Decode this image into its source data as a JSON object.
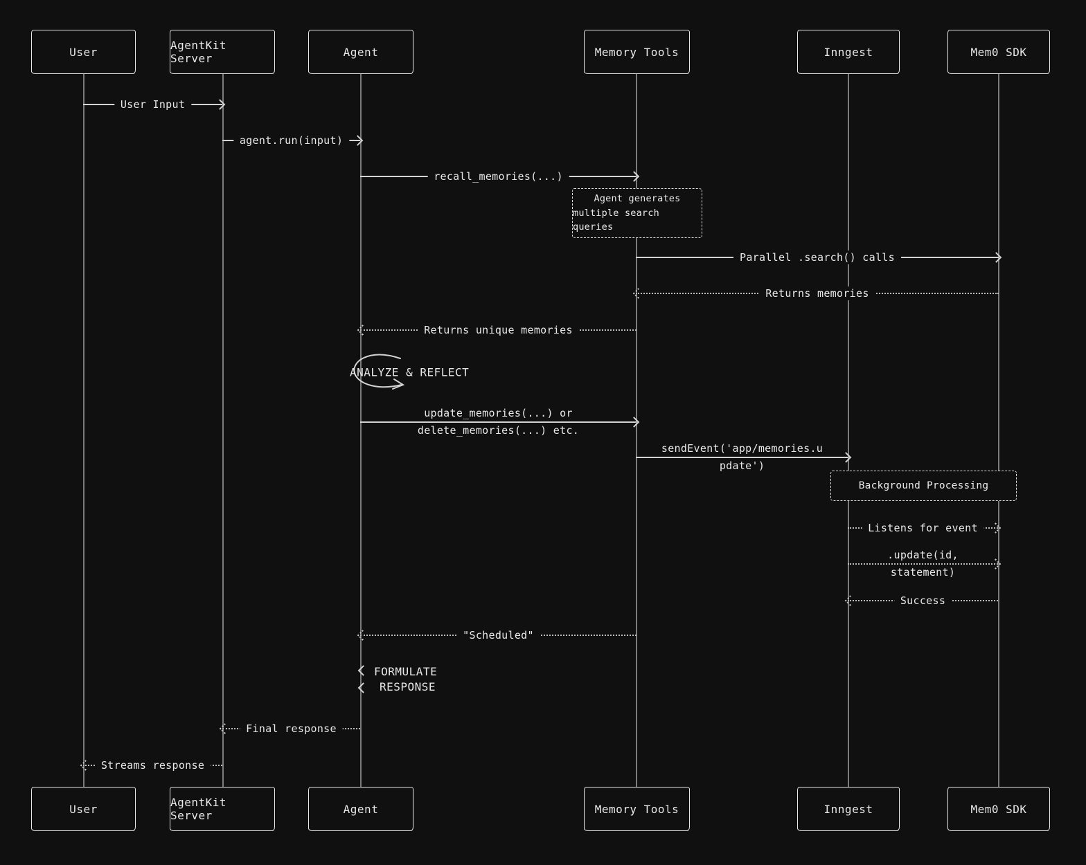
{
  "actors": {
    "user": "User",
    "agentkit": "AgentKit Server",
    "agent": "Agent",
    "memory_tools": "Memory Tools",
    "inngest": "Inngest",
    "mem0": "Mem0 SDK"
  },
  "messages": {
    "user_input": {
      "label": "User Input",
      "type": "solid-right",
      "from": "user",
      "to": "agentkit"
    },
    "agent_run": {
      "label": "agent.run(input)",
      "type": "solid-right",
      "from": "agentkit",
      "to": "agent"
    },
    "recall_memories": {
      "label": "recall_memories(...)",
      "type": "solid-right",
      "from": "agent",
      "to": "memory_tools"
    },
    "parallel_search": {
      "label": "Parallel .search() calls",
      "type": "solid-right",
      "from": "memory_tools",
      "to": "mem0"
    },
    "returns_memories": {
      "label": "Returns memories",
      "type": "dotted-left",
      "from": "mem0",
      "to": "memory_tools"
    },
    "returns_unique": {
      "label": "Returns unique memories",
      "type": "dotted-left",
      "from": "memory_tools",
      "to": "agent"
    },
    "analyze_reflect": {
      "label": "ANALYZE & REFLECT",
      "type": "self-loop",
      "from": "agent",
      "to": "agent"
    },
    "update_memories": {
      "line1": "update_memories(...) or",
      "line2": "delete_memories(...) etc.",
      "type": "solid-right",
      "from": "agent",
      "to": "memory_tools"
    },
    "send_event": {
      "line1": "sendEvent('app/memories.u",
      "line2": "pdate')",
      "type": "solid-right",
      "from": "memory_tools",
      "to": "inngest"
    },
    "listens_event": {
      "label": "Listens for event",
      "type": "dotted-right",
      "from": "inngest",
      "to": "mem0"
    },
    "update_call": {
      "line1": ".update(id,",
      "line2": "statement)",
      "type": "dotted-right",
      "from": "inngest",
      "to": "mem0"
    },
    "success": {
      "label": "Success",
      "type": "dotted-left",
      "from": "mem0",
      "to": "inngest"
    },
    "scheduled": {
      "label": "\"Scheduled\"",
      "type": "dotted-left",
      "from": "memory_tools",
      "to": "agent"
    },
    "formulate_response": {
      "line1": "FORMULATE",
      "line2": "RESPONSE",
      "type": "self-note",
      "from": "agent",
      "to": "agent"
    },
    "final_response": {
      "label": "Final response",
      "type": "dotted-left",
      "from": "agent",
      "to": "agentkit"
    },
    "streams_response": {
      "label": "Streams response",
      "type": "dotted-left",
      "from": "agentkit",
      "to": "user"
    }
  },
  "notes": {
    "search_queries": {
      "line1": "Agent generates",
      "line2": "multiple search queries"
    },
    "background_processing": {
      "label": "Background Processing"
    }
  }
}
